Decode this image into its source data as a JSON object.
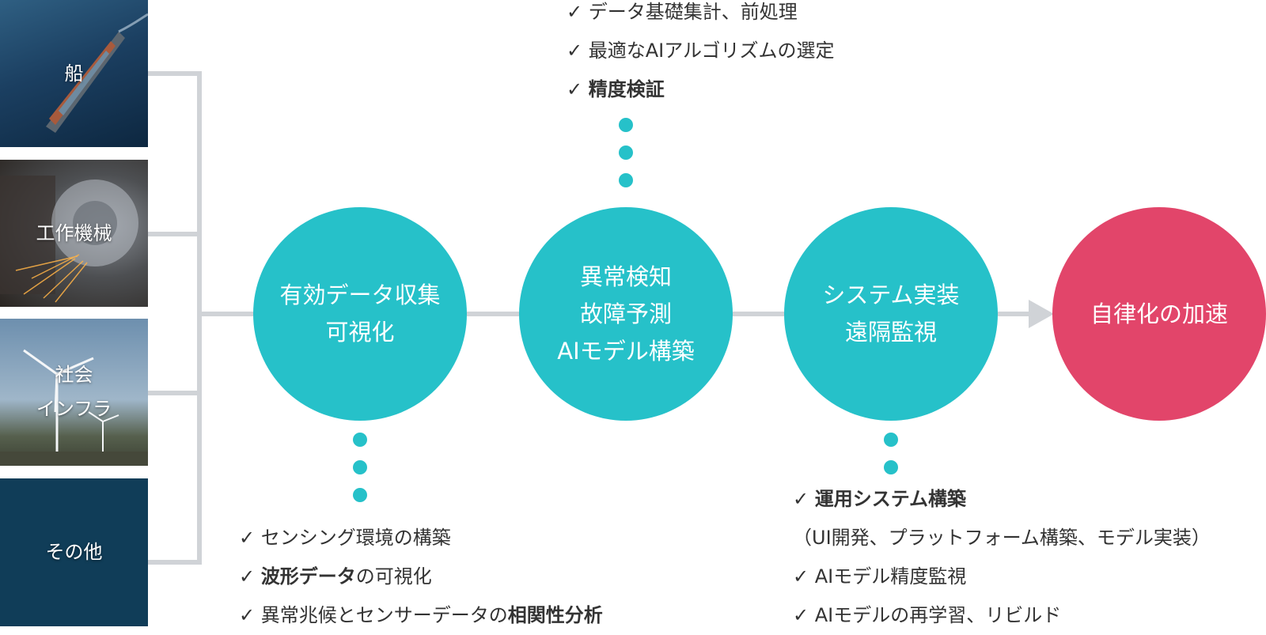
{
  "industries": [
    {
      "label_lines": [
        "船"
      ]
    },
    {
      "label_lines": [
        "工作機械"
      ]
    },
    {
      "label_lines": [
        "社会",
        "インフラ"
      ]
    },
    {
      "label_lines": [
        "その他"
      ]
    }
  ],
  "steps": [
    {
      "label_lines": [
        "有効データ収集",
        "可視化"
      ]
    },
    {
      "label_lines": [
        "異常検知",
        "故障予測",
        "AIモデル構築"
      ]
    },
    {
      "label_lines": [
        "システム実装",
        "遠隔監視"
      ]
    },
    {
      "label_lines": [
        "自律化の加速"
      ]
    }
  ],
  "details": {
    "above_step2": [
      {
        "parts": [
          {
            "text": "✓ データ基礎集計、前処理",
            "bold": false
          }
        ]
      },
      {
        "parts": [
          {
            "text": "✓ 最適なAIアルゴリズムの選定",
            "bold": false
          }
        ]
      },
      {
        "parts": [
          {
            "text": "✓ ",
            "bold": false
          },
          {
            "text": "精度検証",
            "bold": true
          }
        ]
      }
    ],
    "below_step1": [
      {
        "parts": [
          {
            "text": "✓ センシング環境の構築",
            "bold": false
          }
        ]
      },
      {
        "parts": [
          {
            "text": "✓ ",
            "bold": false
          },
          {
            "text": "波形データ",
            "bold": true
          },
          {
            "text": "の可視化",
            "bold": false
          }
        ]
      },
      {
        "parts": [
          {
            "text": "✓ 異常兆候とセンサーデータの",
            "bold": false
          },
          {
            "text": "相関性分析",
            "bold": true
          }
        ]
      }
    ],
    "below_step3": [
      {
        "parts": [
          {
            "text": "✓ ",
            "bold": false
          },
          {
            "text": "運用システム構築",
            "bold": true
          }
        ]
      },
      {
        "parts": [
          {
            "text": "（UI開発、プラットフォーム構築、モデル実装）",
            "bold": false
          }
        ]
      },
      {
        "parts": [
          {
            "text": "✓ AIモデル精度監視",
            "bold": false
          }
        ]
      },
      {
        "parts": [
          {
            "text": "✓ AIモデルの再学習、リビルド",
            "bold": false
          }
        ]
      }
    ]
  },
  "colors": {
    "teal": "#26c1c9",
    "red": "#e2456a",
    "connector": "#d0d3d7",
    "text": "#333333"
  }
}
